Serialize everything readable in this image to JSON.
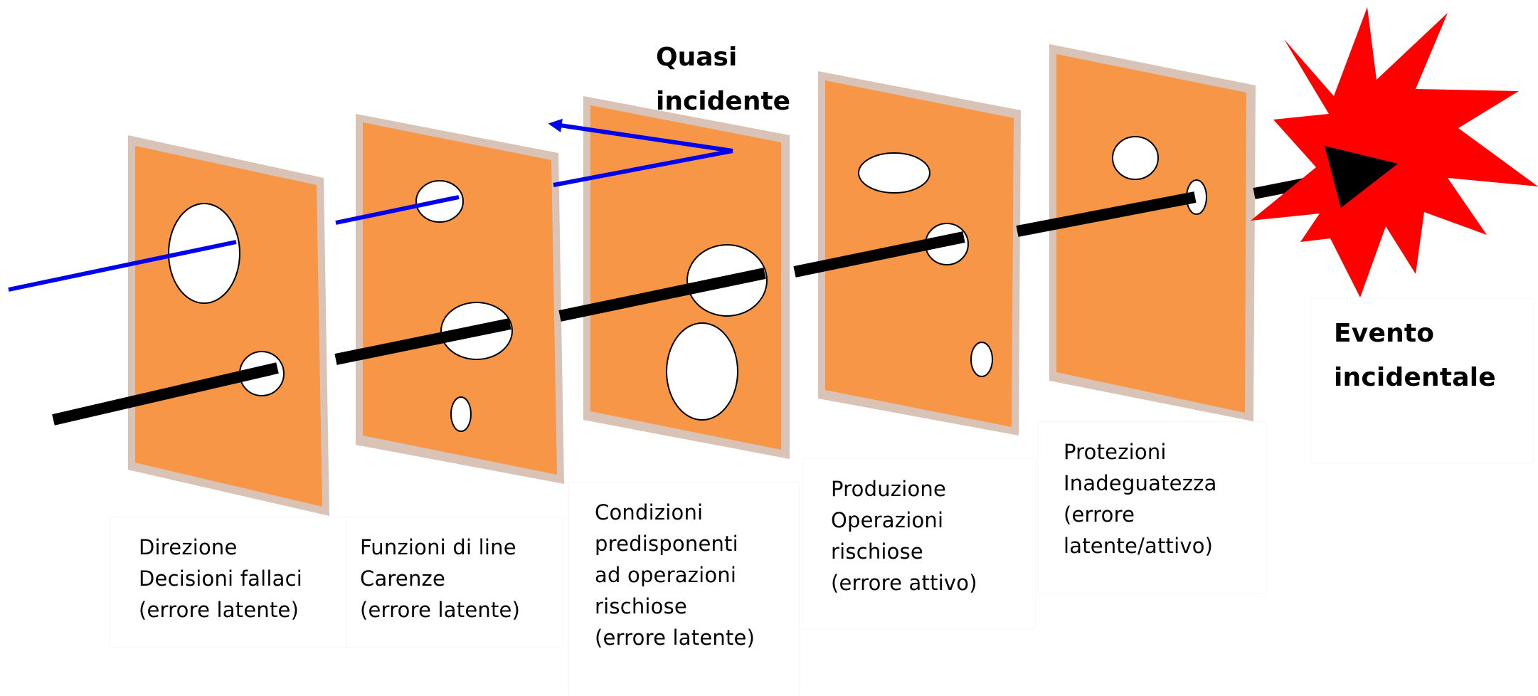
{
  "labels": {
    "near_miss": [
      "Quasi",
      "incidente"
    ],
    "event": [
      "Evento",
      "incidentale"
    ],
    "layers": [
      [
        "Direzione",
        "Decisioni fallaci",
        "(errore latente)"
      ],
      [
        "Funzioni di line",
        "Carenze",
        "(errore latente)"
      ],
      [
        "Condizioni",
        "predisponenti",
        "ad operazioni",
        "rischiose",
        "(errore latente)"
      ],
      [
        "Produzione",
        "Operazioni",
        "rischiose",
        "(errore attivo)"
      ],
      [
        "Protezioni",
        "Inadeguatezza",
        "(errore",
        "latente/attivo)"
      ]
    ]
  },
  "colors": {
    "plate": "#f79646",
    "plate_shadow": "#d9c3b6",
    "hole": "#ffffff",
    "trajectory_accident": "#000000",
    "trajectory_near_miss": "#0000ee",
    "explosion": "#ff0000"
  }
}
